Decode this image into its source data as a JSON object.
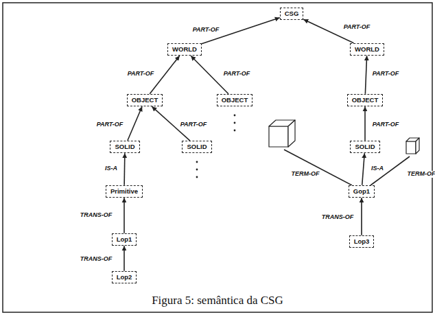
{
  "diagram": {
    "caption": "Figura 5: semântica da CSG",
    "nodes": [
      {
        "text": [
          "CSG"
        ]
      },
      {
        "text": [
          "WORLD"
        ]
      },
      {
        "text": [
          "WORLD"
        ]
      },
      {
        "text": [
          "OBJECT"
        ]
      },
      {
        "text": [
          "OBJECT"
        ]
      },
      {
        "text": [
          "OBJECT"
        ]
      },
      {
        "text": [
          "SOLID"
        ]
      },
      {
        "text": [
          "SOLID"
        ]
      },
      {
        "text": [
          "SOLID"
        ]
      },
      {
        "text": [
          "Primitive"
        ]
      },
      {
        "text": [
          "Lop1"
        ]
      },
      {
        "text": [
          "Lop2"
        ]
      },
      {
        "text": [
          "Gop1"
        ]
      },
      {
        "text": [
          "Lop3"
        ]
      }
    ],
    "edges": [
      {
        "from": 1,
        "to": 0,
        "arrow": "to",
        "label": "PART-OF"
      },
      {
        "from": 2,
        "to": 0,
        "arrow": "to",
        "label": "PART-OF"
      },
      {
        "from": 3,
        "to": 1,
        "arrow": "to",
        "label": "PART-OF"
      },
      {
        "from": 4,
        "to": 1,
        "arrow": "to",
        "label": "PART-OF"
      },
      {
        "from": 5,
        "to": 2,
        "arrow": "to",
        "label": "PART-OF"
      },
      {
        "from": 6,
        "to": 3,
        "arrow": "to",
        "label": "PART-OF"
      },
      {
        "from": 7,
        "to": 3,
        "arrow": "to",
        "label": "PART-OF"
      },
      {
        "from": 8,
        "to": 5,
        "arrow": "to",
        "label": "PART-OF"
      },
      {
        "from": 9,
        "to": 6,
        "arrow": "to",
        "label": "IS-A"
      },
      {
        "from": 10,
        "to": 9,
        "arrow": "to",
        "label": "TRANS-OF"
      },
      {
        "from": 11,
        "to": 10,
        "arrow": "to",
        "label": "TRANS-OF"
      },
      {
        "from": 12,
        "to": 8,
        "arrow": "to",
        "label": "IS-A"
      },
      {
        "from": 13,
        "to": 12,
        "arrow": "to",
        "label": "TRANS-OF"
      }
    ],
    "labels": [
      "TERM-OF",
      "TERM-OF"
    ]
  }
}
